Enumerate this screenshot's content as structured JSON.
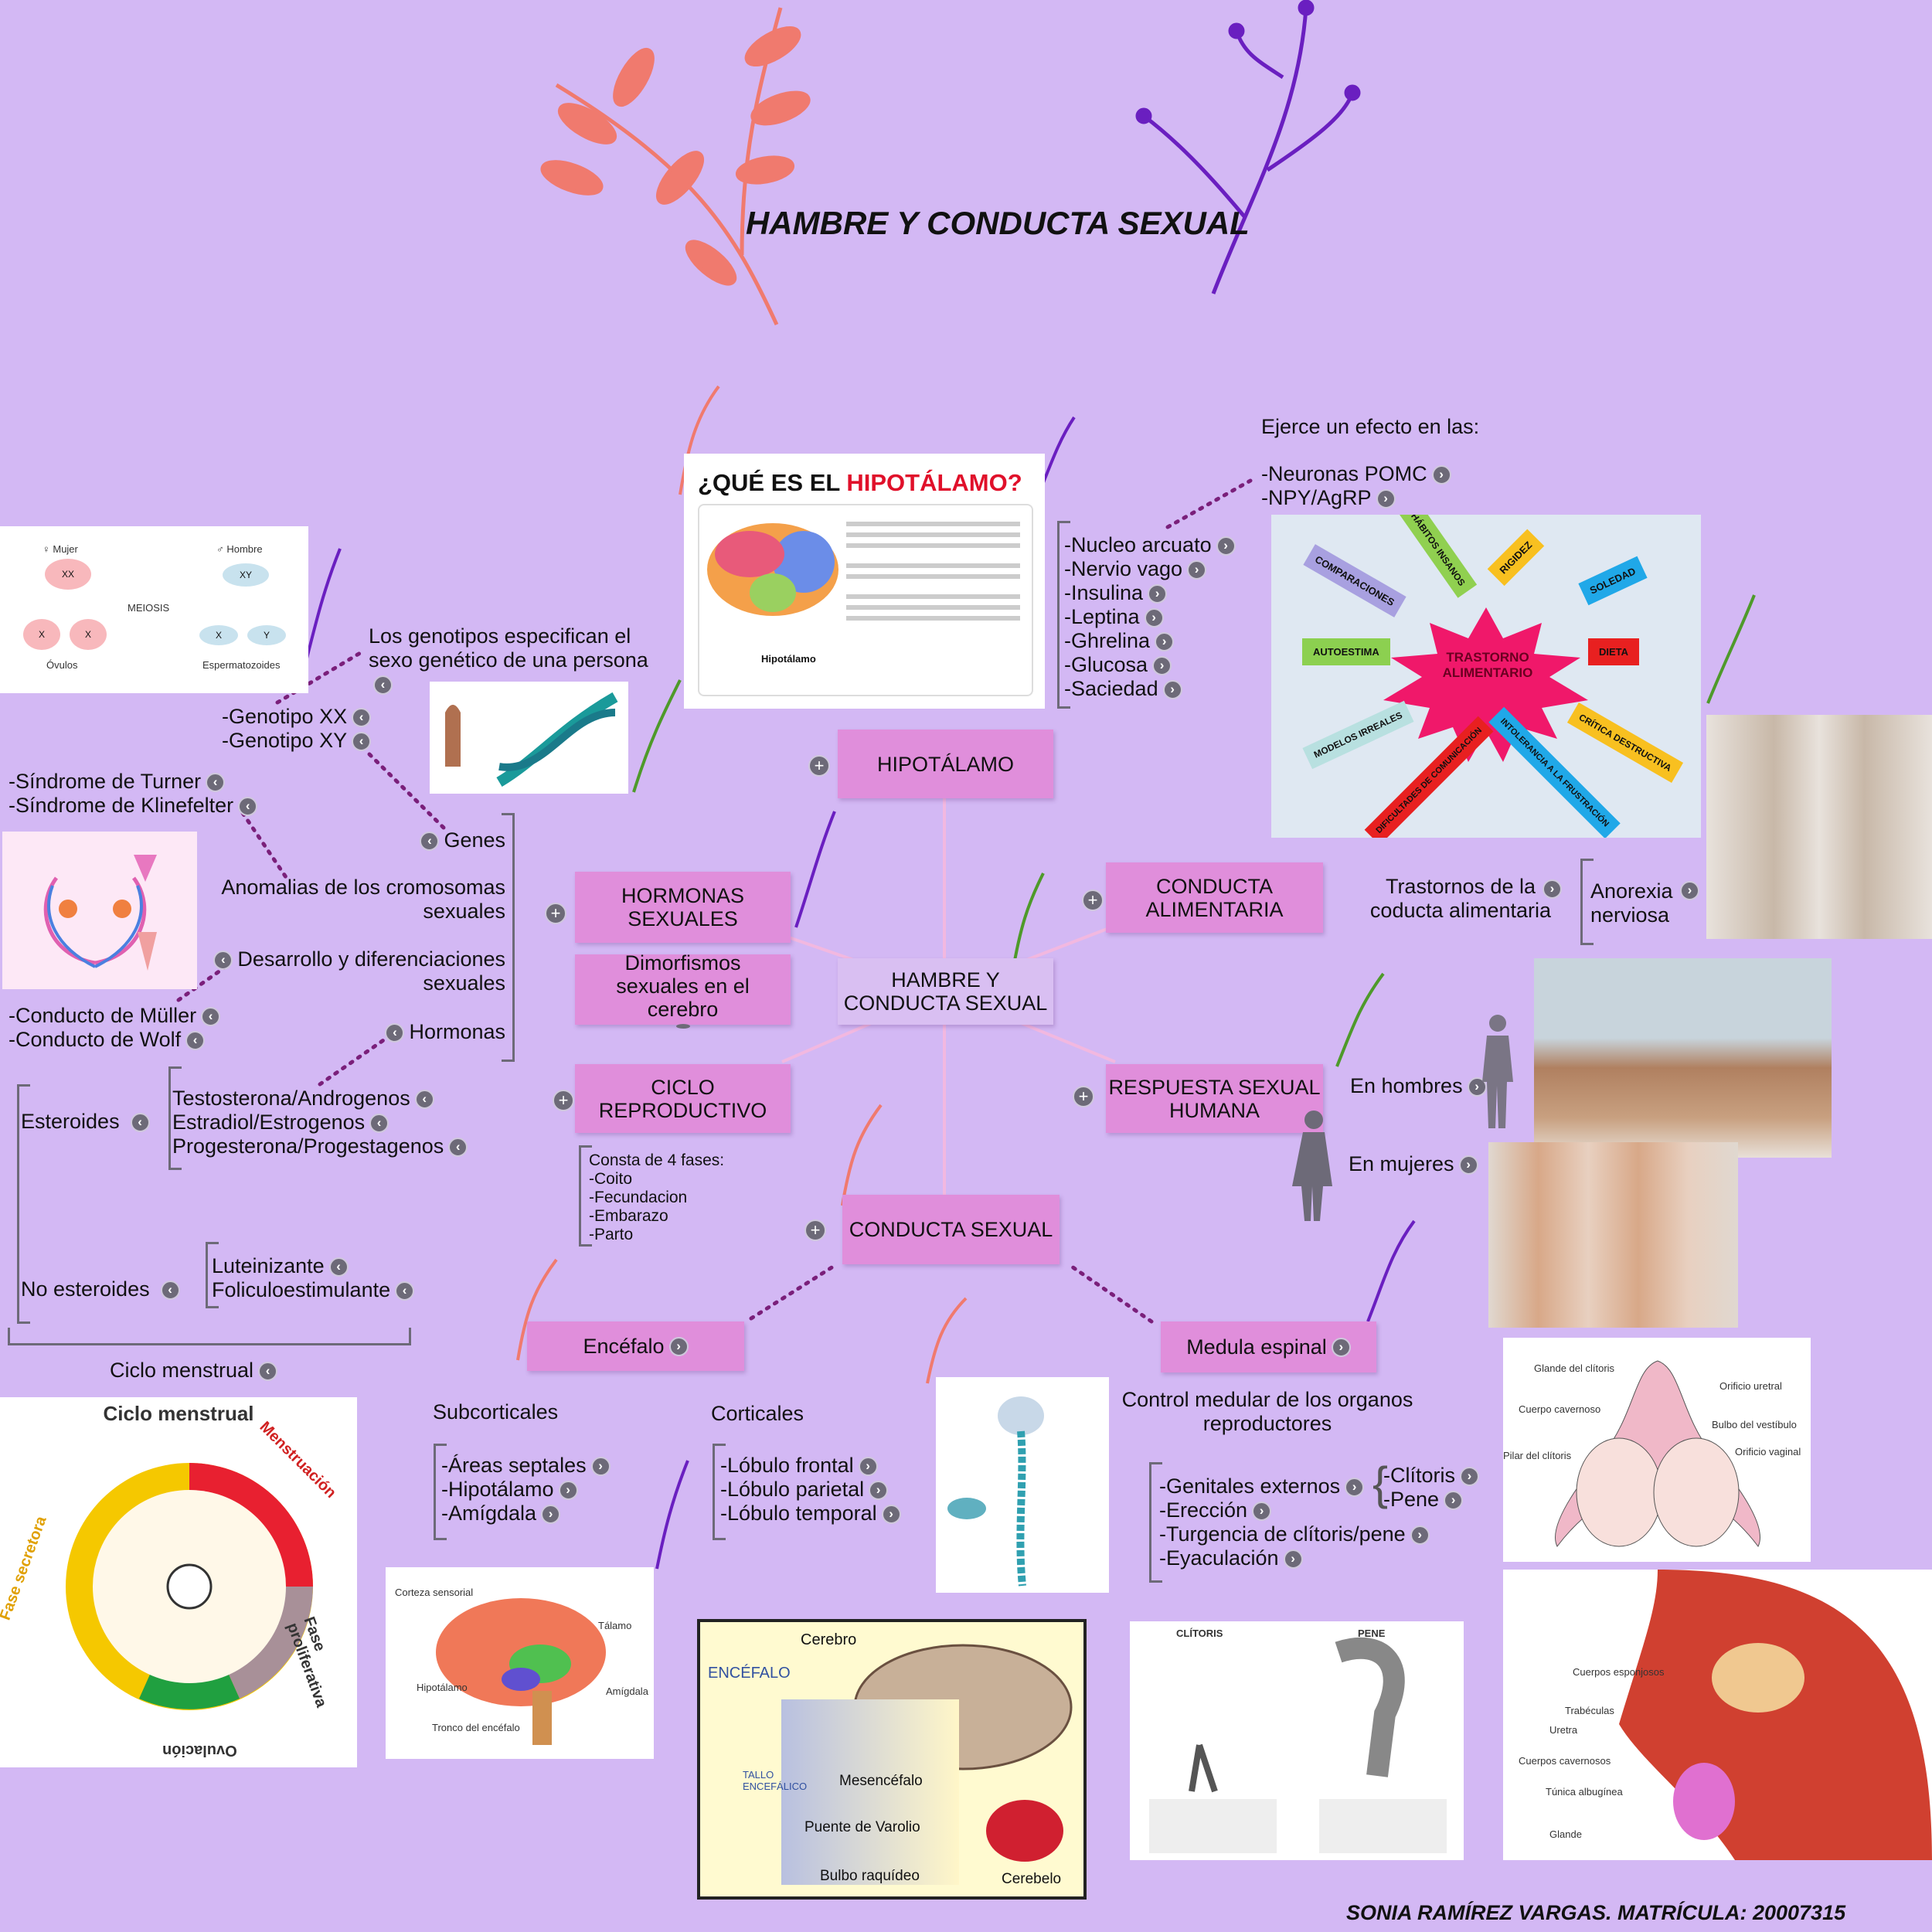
{
  "title": "HAMBRE Y CONDUCTA SEXUAL",
  "footer": "SONIA RAMÍREZ VARGAS. MATRÍCULA: 20007315",
  "colors": {
    "background": "#d3b8f4",
    "node": "#e08edb",
    "connector": "#f2b8e0",
    "dotted": "#7a1f7a",
    "coral": "#f07a6e",
    "purple": "#6a1fc0",
    "green": "#4e9a2a"
  },
  "nodes": {
    "center": "HAMBRE Y CONDUCTA SEXUAL",
    "hipotalamo": "HIPOTÁLAMO",
    "hormonas": "HORMONAS SEXUALES",
    "dimorfismos": "Dimorfismos sexuales en el cerebro",
    "alimentaria": "CONDUCTA ALIMENTARIA",
    "ciclo": "CICLO REPRODUCTIVO",
    "respuesta": "RESPUESTA SEXUAL HUMANA",
    "conducta_sexual": "CONDUCTA SEXUAL",
    "encefalo": "Encéfalo",
    "medula": "Medula espinal"
  },
  "left": {
    "genotipos_text": "Los genotipos especifican el sexo genético de una persona",
    "genotipos": [
      "-Genotipo XX",
      "-Genotipo XY"
    ],
    "sindromes": [
      "-Síndrome de Turner",
      "-Síndrome de Klinefelter"
    ],
    "genes": "Genes",
    "anomalias": "Anomalias de los cromosomas sexuales",
    "desarrollo": "Desarrollo y diferenciaciones sexuales",
    "conductos": [
      "-Conducto de Müller",
      "-Conducto de Wolf"
    ],
    "hormonas": "Hormonas",
    "esteroides": "Esteroides",
    "esteroides_list": [
      "Testosterona/Androgenos",
      "Estradiol/Estrogenos",
      "Progesterona/Progestagenos"
    ],
    "no_esteroides": "No esteroides",
    "no_esteroides_list": [
      "Luteinizante",
      "Foliculoestimulante"
    ],
    "ciclo_menstrual": "Ciclo menstrual"
  },
  "ciclo_fases": [
    "Consta de 4 fases:",
    "-Coito",
    "-Fecundacion",
    "-Embarazo",
    "-Parto"
  ],
  "encefalo": {
    "subcorticales": "Subcorticales",
    "subcorticales_list": [
      "-Áreas septales",
      "-Hipotálamo",
      "-Amígdala"
    ],
    "corticales": "Corticales",
    "corticales_list": [
      "-Lóbulo frontal",
      "-Lóbulo parietal",
      "-Lóbulo temporal"
    ]
  },
  "alimentaria": {
    "efecto": "Ejerce un efecto en las:",
    "neuronas": [
      "-Neuronas POMC",
      "-NPY/AgRP"
    ],
    "factores": [
      "-Nucleo arcuato",
      "-Nervio vago",
      "-Insulina",
      "-Leptina",
      "-Ghrelina",
      "-Glucosa",
      "-Saciedad"
    ],
    "trastornos": "Trastornos de la coducta alimentaria",
    "anorexia": "Anorexia nerviosa"
  },
  "respuesta": {
    "hombres": "En hombres",
    "mujeres": "En mujeres"
  },
  "medula": {
    "control": "Control medular de los organos reproductores",
    "list": [
      "-Genitales externos",
      "-Erección",
      "-Turgencia de clítoris/pene",
      "-Eyaculación"
    ],
    "genitales": [
      "-Clítoris",
      "-Pene"
    ]
  },
  "images": {
    "hipotalamo_title_a": "¿QUÉ ES EL ",
    "hipotalamo_title_b": "HIPOTÁLAMO?",
    "hipotalamo_label": "Hipotálamo",
    "meiosis": {
      "mujer": "♀ Mujer",
      "hombre": "♂ Hombre",
      "meiosis": "MEIOSIS",
      "xx": "XX",
      "xy": "XY",
      "x": "X",
      "y": "Y",
      "ovulos": "Óvulos",
      "esperm": "Espermatozoides"
    },
    "trastorno_center": "TRASTORNO ALIMENTARIO",
    "trastorno_arrows": [
      "COMPARACIONES",
      "HÁBITOS INSANOS",
      "RIGIDEZ",
      "SOLEDAD",
      "AUTOESTIMA",
      "DIETA",
      "MODELOS IRREALES",
      "DIFICULTADES DE COMUNICACIÓN",
      "INTOLERANCIA A LA FRUSTRACIÓN",
      "CRÍTICA DESTRUCTIVA"
    ],
    "ciclo_title": "Ciclo menstrual",
    "ciclo_labels": [
      "Menstruación",
      "Fase proliferativa",
      "Ovulación",
      "Fase secretora"
    ],
    "encefalo_labels": [
      "Cerebro",
      "ENCÉFALO",
      "TALLO ENCEFÁLICO",
      "Mesencéfalo",
      "Puente de Varolio",
      "Bulbo raquídeo",
      "Cerebelo"
    ],
    "brain_labels": [
      "Corteza sensorial",
      "Tálamo",
      "Hipotálamo",
      "Amígdala",
      "Tronco del encéfalo"
    ],
    "clitoris_labels": [
      "Glande del clítoris",
      "Orificio uretral",
      "Cuerpo cavernoso",
      "Bulbo del vestíbulo",
      "Pilar del clítoris",
      "Orificio vaginal"
    ],
    "genital_titles": [
      "CLÍTORIS",
      "PENE"
    ],
    "pelvic_labels": [
      "Cuerpos esponjosos",
      "Trabéculas",
      "Uretra",
      "Cuerpos cavernosos",
      "Túnica albugínea",
      "Glande"
    ]
  }
}
